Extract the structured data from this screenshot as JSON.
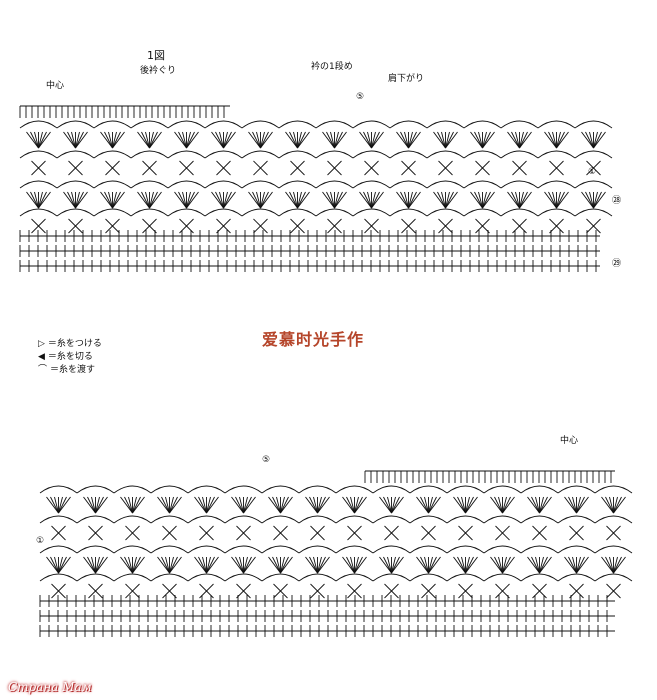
{
  "top_chart": {
    "title": "1図",
    "subtitle": "後衿ぐり",
    "center_label": "中心",
    "collar_label": "衿の1段め",
    "shoulder_label": "肩下がり",
    "row_markers": [
      "⑤",
      "①",
      "㉘",
      "㉙"
    ]
  },
  "bottom_chart": {
    "center_label": "中心",
    "row_markers": [
      "⑤",
      "①"
    ]
  },
  "legend": [
    {
      "symbol": "▷",
      "text": "＝糸をつける"
    },
    {
      "symbol": "◀",
      "text": "＝糸を切る"
    },
    {
      "symbol": "⌒",
      "text": "＝糸を渡す"
    }
  ],
  "watermark": "爱慕时光手作",
  "site_logo": "Страна Мам"
}
